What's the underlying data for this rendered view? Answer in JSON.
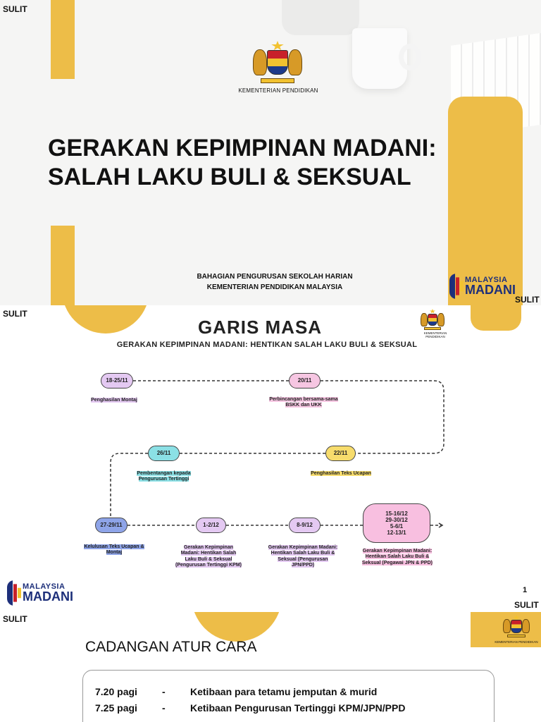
{
  "slide1": {
    "sulit_left": "SULIT",
    "ministry_label": "KEMENTERIAN PENDIDIKAN",
    "title_line1": "GERAKAN KEPIMPINAN MADANI:",
    "title_line2": "SALAH LAKU BULI & SEKSUAL",
    "dept_line1": "BAHAGIAN PENGURUSAN SEKOLAH HARIAN",
    "dept_line2": "KEMENTERIAN PENDIDIKAN MALAYSIA",
    "logo_word1": "MALAYSIA",
    "logo_word2": "MADANI",
    "sulit_right": "SULIT"
  },
  "slide2": {
    "sulit": "SULIT",
    "title": "GARIS MASA",
    "subtitle": "GERAKAN KEPIMPINAN MADANI: HENTIKAN SALAH LAKU BULI & SEKSUAL",
    "crest_label": "KEMENTERIAN PENDIDIKAN",
    "milestones": [
      {
        "date": "18-25/11",
        "label": "Penghasilan Montaj"
      },
      {
        "date": "20/11",
        "label": "Perbincangan bersama-sama BSKK dan UKK"
      },
      {
        "date": "22/11",
        "label": "Penghasilan Teks Ucapan"
      },
      {
        "date": "26/11",
        "label": "Pembentangan kepada Pengurusan Tertinggi"
      },
      {
        "date": "27-29/11",
        "label": "Kelulusan Teks Ucapan & Montaj"
      },
      {
        "date": "1-2/12",
        "label": "Gerakan Kepimpinan Madani: Hentikan Salah Laku Buli & Seksual (Pengurusan Tertinggi KPM)"
      },
      {
        "date": "8-9/12",
        "label": "Gerakan Kepimpinan Madani: Hentikan Salah Laku Buli & Seksual (Pengurusan JPN/PPD)"
      },
      {
        "date": "15-16/12\n29-30/12\n5-6/1\n12-13/1",
        "label": "Gerakan Kepimpinan Madani: Hentikan Salah Laku Buli & Seksual (Pegawai JPN & PPD)"
      }
    ],
    "logo_word1": "MALAYSIA",
    "logo_word2": "MADANI",
    "page_number": "1",
    "sulit_bottom": "SULIT"
  },
  "slide3": {
    "sulit": "SULIT",
    "crest_label": "KEMENTERIAN PENDIDIKAN",
    "title": "CADANGAN ATUR CARA",
    "rows": [
      {
        "time": "7.20 pagi",
        "dash": "-",
        "activity": "Ketibaan para tetamu jemputan & murid"
      },
      {
        "time": "7.25 pagi",
        "dash": "-",
        "activity": "Ketibaan Pengurusan Tertinggi KPM/JPN/PPD"
      }
    ]
  }
}
